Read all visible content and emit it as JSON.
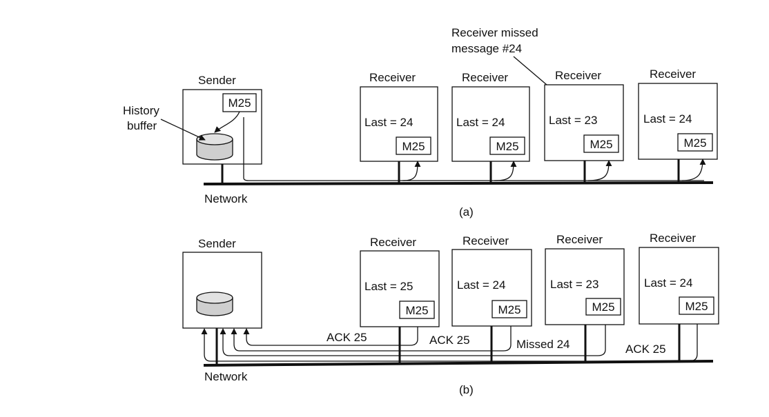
{
  "a": {
    "sender": {
      "title": "Sender",
      "msg": "M25"
    },
    "history_label": [
      "History",
      "buffer"
    ],
    "note": [
      "Receiver missed",
      "message #24"
    ],
    "receivers": [
      {
        "title": "Receiver",
        "last": "Last = 24",
        "msg": "M25"
      },
      {
        "title": "Receiver",
        "last": "Last = 24",
        "msg": "M25"
      },
      {
        "title": "Receiver",
        "last": "Last = 23",
        "msg": "M25"
      },
      {
        "title": "Receiver",
        "last": "Last = 24",
        "msg": "M25"
      }
    ],
    "network": "Network",
    "caption": "(a)"
  },
  "b": {
    "sender": {
      "title": "Sender"
    },
    "receivers": [
      {
        "title": "Receiver",
        "last": "Last = 25",
        "msg": "M25"
      },
      {
        "title": "Receiver",
        "last": "Last = 24",
        "msg": "M25"
      },
      {
        "title": "Receiver",
        "last": "Last = 23",
        "msg": "M25"
      },
      {
        "title": "Receiver",
        "last": "Last = 24",
        "msg": "M25"
      }
    ],
    "feedback": [
      "ACK 25",
      "ACK 25",
      "Missed 24",
      "ACK 25"
    ],
    "network": "Network",
    "caption": "(b)"
  }
}
